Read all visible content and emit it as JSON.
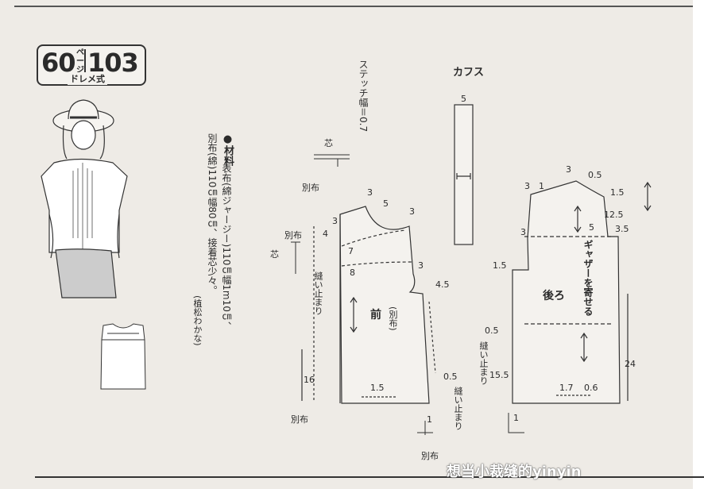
{
  "badge": {
    "page": "60",
    "unit": "ページ",
    "number": "103",
    "style": "ドレメ式"
  },
  "materials": {
    "heading": "●材料",
    "line1": "表布(綿ジャージー)110㎝幅1m10㎝、",
    "line2": "別布(綿)110㎝幅80㎝、接着芯少々。",
    "credit": "(植松わかな)"
  },
  "stitch": "ステッチ幅＝0.7",
  "cuffs": {
    "title": "カフス",
    "width": "5"
  },
  "labels": {
    "shin": "芯",
    "betsununo": "別布",
    "nuidomari": "縫い止まり",
    "front": "前",
    "front_fabric": "(別布)",
    "back": "後ろ",
    "gather": "ギャザーを寄せる",
    "watermark": "想当小裁缝的yinyin"
  },
  "dims": {
    "d3": "3",
    "d5": "5",
    "d4": "4",
    "d7": "7",
    "d8": "8",
    "d45": "4.5",
    "d05": "0.5",
    "d16": "16",
    "d15": "1.5",
    "d1": "1",
    "d125": "12.5",
    "d35": "3.5",
    "d155": "15.5",
    "d24": "24",
    "d17": "1.7",
    "d06": "0.6"
  }
}
